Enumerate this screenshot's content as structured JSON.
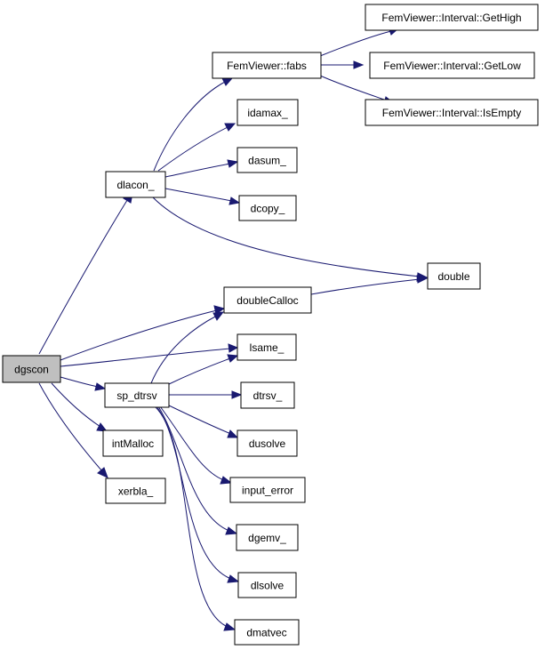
{
  "colors": {
    "edge": "#191970",
    "node_fill": "#ffffff",
    "root_fill": "#bfbfbf",
    "node_border": "#000000"
  },
  "nodes": {
    "dgscon": "dgscon",
    "dlacon": "dlacon_",
    "fabs": "FemViewer::fabs",
    "gethigh": "FemViewer::Interval::GetHigh",
    "getlow": "FemViewer::Interval::GetLow",
    "isempty": "FemViewer::Interval::IsEmpty",
    "idamax": "idamax_",
    "dasum": "dasum_",
    "dcopy": "dcopy_",
    "double": "double",
    "doublecalloc": "doubleCalloc",
    "lsame": "lsame_",
    "sp_dtrsv": "sp_dtrsv",
    "dtrsv": "dtrsv_",
    "dusolve": "dusolve",
    "input_error": "input_error",
    "dgemv": "dgemv_",
    "dlsolve": "dlsolve",
    "dmatvec": "dmatvec",
    "intmalloc": "intMalloc",
    "xerbla": "xerbla_"
  }
}
